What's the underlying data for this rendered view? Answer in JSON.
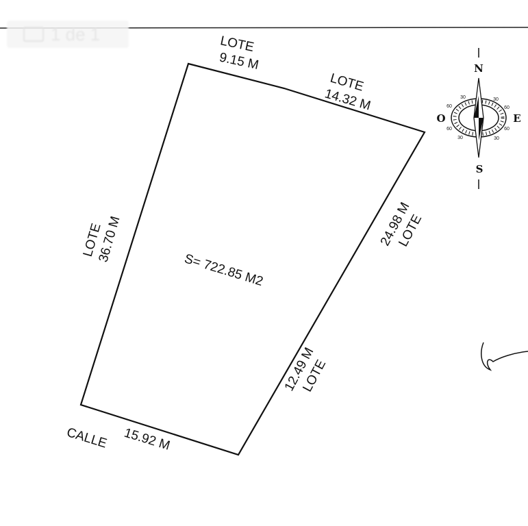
{
  "pager": {
    "text": "1 de 1",
    "icon": "page-icon"
  },
  "plot": {
    "area_label": "S= 722.85 M2",
    "sides": [
      {
        "neighbor": "LOTE",
        "length": "9.15 M"
      },
      {
        "neighbor": "LOTE",
        "length": "14.32 M"
      },
      {
        "neighbor": "LOTE",
        "length": "24.98 M"
      },
      {
        "neighbor": "LOTE",
        "length": "12.49 M"
      },
      {
        "neighbor": "CALLE",
        "length": "15.92 M"
      },
      {
        "neighbor": "LOTE",
        "length": "36.70 M"
      }
    ]
  },
  "compass": {
    "north": "N",
    "south": "S",
    "east": "E",
    "west": "O",
    "degrees": [
      "30",
      "60",
      "30",
      "60",
      "60",
      "30",
      "60",
      "30"
    ]
  }
}
